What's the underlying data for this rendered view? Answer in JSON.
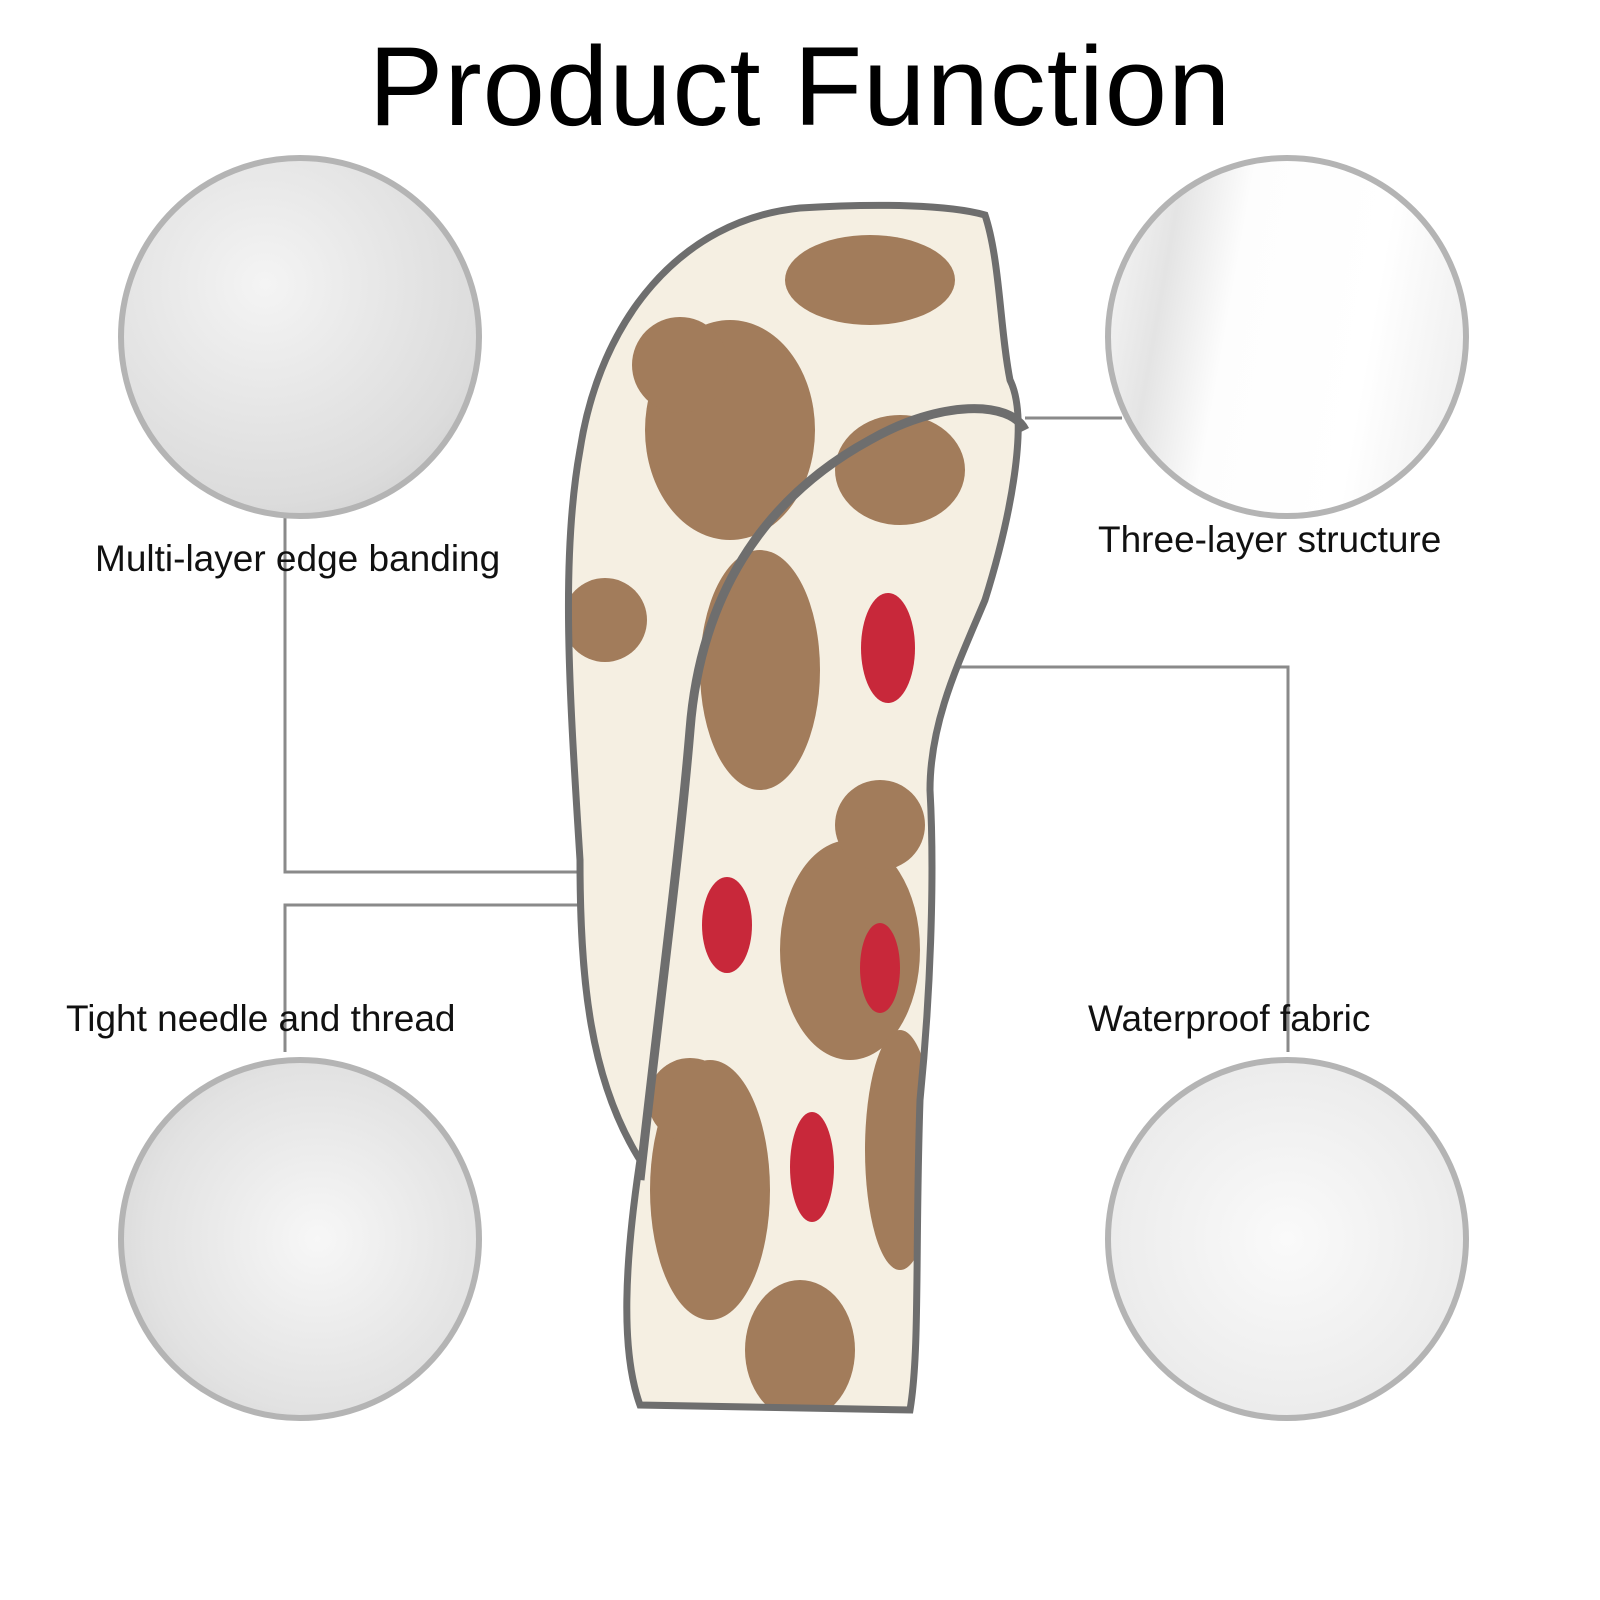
{
  "title": "Product Function",
  "features": [
    {
      "label": "Multi-layer edge banding",
      "icon": "fabric-fold-closeup"
    },
    {
      "label": "Three-layer structure",
      "icon": "fabric-layer-closeup"
    },
    {
      "label": "Tight needle and thread",
      "icon": "stitching-closeup"
    },
    {
      "label": "Waterproof fabric",
      "icon": "water-droplets-closeup"
    }
  ],
  "colors": {
    "line": "#8a8a8a",
    "circle_border": "#b4b4b4",
    "cover_bg": "#f5efe2",
    "trim": "#6e6e6e",
    "bear": "#a27c5b",
    "raspberry": "#c8283a"
  }
}
